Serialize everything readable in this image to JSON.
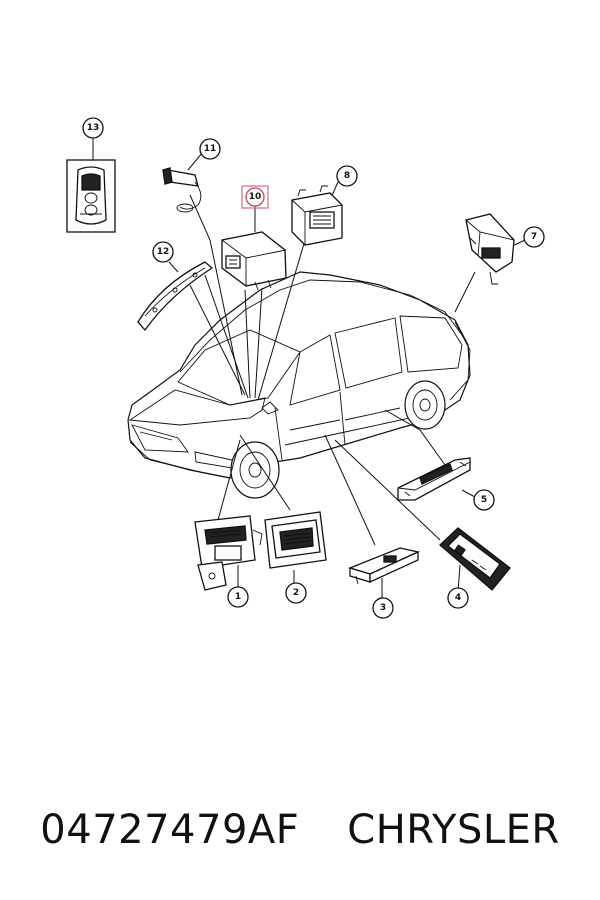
{
  "callouts": [
    {
      "id": "1",
      "label": "1"
    },
    {
      "id": "2",
      "label": "2"
    },
    {
      "id": "3",
      "label": "3"
    },
    {
      "id": "4",
      "label": "4"
    },
    {
      "id": "5",
      "label": "5"
    },
    {
      "id": "7",
      "label": "7"
    },
    {
      "id": "8",
      "label": "8"
    },
    {
      "id": "10",
      "label": "10",
      "highlighted": true
    },
    {
      "id": "11",
      "label": "11"
    },
    {
      "id": "12",
      "label": "12"
    },
    {
      "id": "13",
      "label": "13"
    }
  ],
  "footer": {
    "part_number": "04727479AF",
    "brand": "CHRYSLER"
  },
  "colors": {
    "line": "#111111",
    "highlight": "#d66a7e",
    "background": "#ffffff"
  }
}
